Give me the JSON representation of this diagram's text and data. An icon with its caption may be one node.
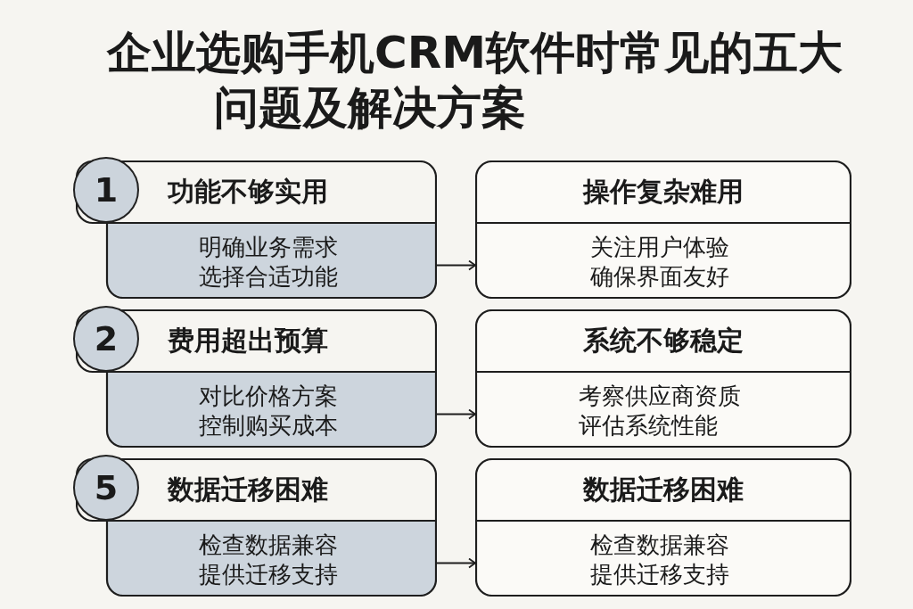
{
  "diagram": {
    "title": "企业选购手机CRM软件时常见的五大问题及解决方案",
    "nodes": [
      {
        "text": [
          "功能不够实用",
          "明确业务需求选择合适功能"
        ]
      },
      {
        "text": [
          "1"
        ],
        "in": 0
      },
      {
        "text": [
          "操作复杂难用",
          "关注用户体验确保界面友好"
        ]
      },
      {
        "text": [
          "费用超出预算",
          "对比价格方案控制购买成本"
        ]
      },
      {
        "text": [
          "2"
        ],
        "in": 3
      },
      {
        "text": [
          "系统不够稳定",
          "考察供应商资质评估系统性能"
        ]
      },
      {
        "text": [
          "数据迁移困难",
          "检查数据兼容提供迁移支持"
        ]
      },
      {
        "text": [
          "5"
        ],
        "in": 6
      },
      {
        "text": [
          "数据迁移困难",
          "检查数据兼容提供迁移支持"
        ]
      }
    ],
    "edges": [
      {
        "from": 0,
        "to": 2,
        "arrow": "to"
      },
      {
        "from": 3,
        "to": 5,
        "arrow": "to"
      },
      {
        "from": 6,
        "to": 8,
        "arrow": "to"
      }
    ]
  }
}
